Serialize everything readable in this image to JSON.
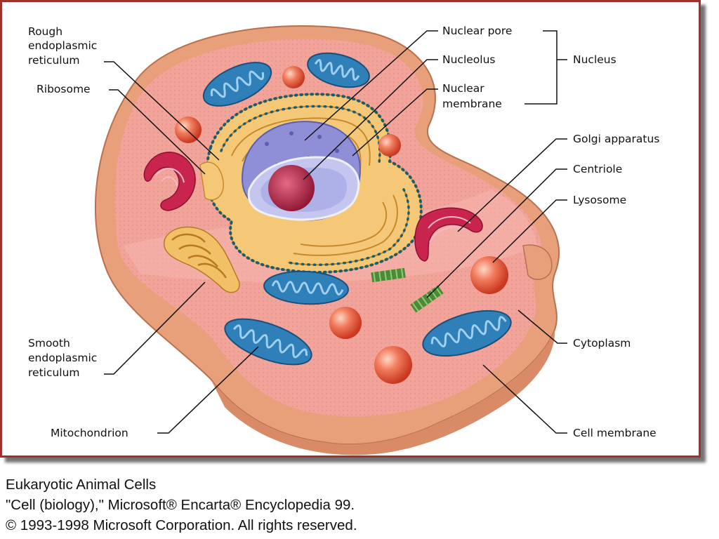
{
  "diagram": {
    "colors": {
      "frame": "#a0322e",
      "cytoplasm": "#f2a39a",
      "mitochondrion": "#2f7fb8",
      "nucleus": "#8e8fd6",
      "nucleolus": "#b0203e",
      "rough_er": "#e7b45c",
      "lysosome": "#e8533c",
      "centriole": "#4c8a3a",
      "golgi": "#c8244e"
    },
    "labels": {
      "rough_er": [
        "Rough",
        "endoplasmic",
        "reticulum"
      ],
      "ribosome": "Ribosome",
      "smooth_er": [
        "Smooth",
        "endoplasmic",
        "reticulum"
      ],
      "mitochondrion": "Mitochondrion",
      "nuclear_pore": "Nuclear pore",
      "nucleolus": "Nucleolus",
      "nuclear_membrane": [
        "Nuclear",
        "membrane"
      ],
      "nucleus": "Nucleus",
      "golgi": "Golgi apparatus",
      "centriole": "Centriole",
      "lysosome": "Lysosome",
      "cytoplasm": "Cytoplasm",
      "cell_membrane": "Cell membrane"
    }
  },
  "caption": {
    "title": "Eukaryotic Animal Cells",
    "source": "\"Cell (biology),\" Microsoft® Encarta® Encyclopedia 99.",
    "copyright": "© 1993-1998 Microsoft Corporation. All rights reserved."
  }
}
